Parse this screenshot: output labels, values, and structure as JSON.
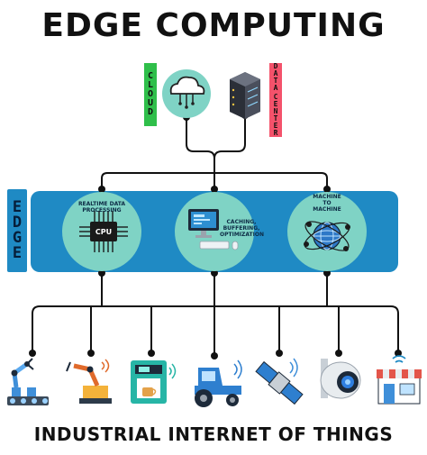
{
  "title": "EDGE COMPUTING",
  "labels": {
    "cloud": [
      "C",
      "L",
      "O",
      "U",
      "D"
    ],
    "data_center": [
      "D",
      "A",
      "T",
      "A",
      "",
      "C",
      "E",
      "N",
      "T",
      "E",
      "R"
    ],
    "edge": [
      "E",
      "D",
      "G",
      "E"
    ]
  },
  "edge_nodes": {
    "n1_l1": "REALTIME DATA",
    "n1_l2": "PROCESSING",
    "cpu": "CPU",
    "n2_l1": "CACHING,",
    "n2_l2": "BUFFERING,",
    "n2_l3": "OPTIMIZATION",
    "n3_l1": "MACHINE",
    "n3_l2": "TO",
    "n3_l3": "MACHINE"
  },
  "iot_devices": [
    "robot-arm-icon",
    "welding-robot-icon",
    "coffee-machine-icon",
    "tractor-icon",
    "satellite-icon",
    "security-camera-icon",
    "smart-store-icon"
  ],
  "footer": "INDUSTRIAL INTERNET OF THINGS",
  "colors": {
    "edge_band": "#1f8ac4",
    "node_circle": "#7fd3c5",
    "cloud_label": "#2fbf4a",
    "data_center_label": "#f4526b",
    "connector": "#111111"
  }
}
